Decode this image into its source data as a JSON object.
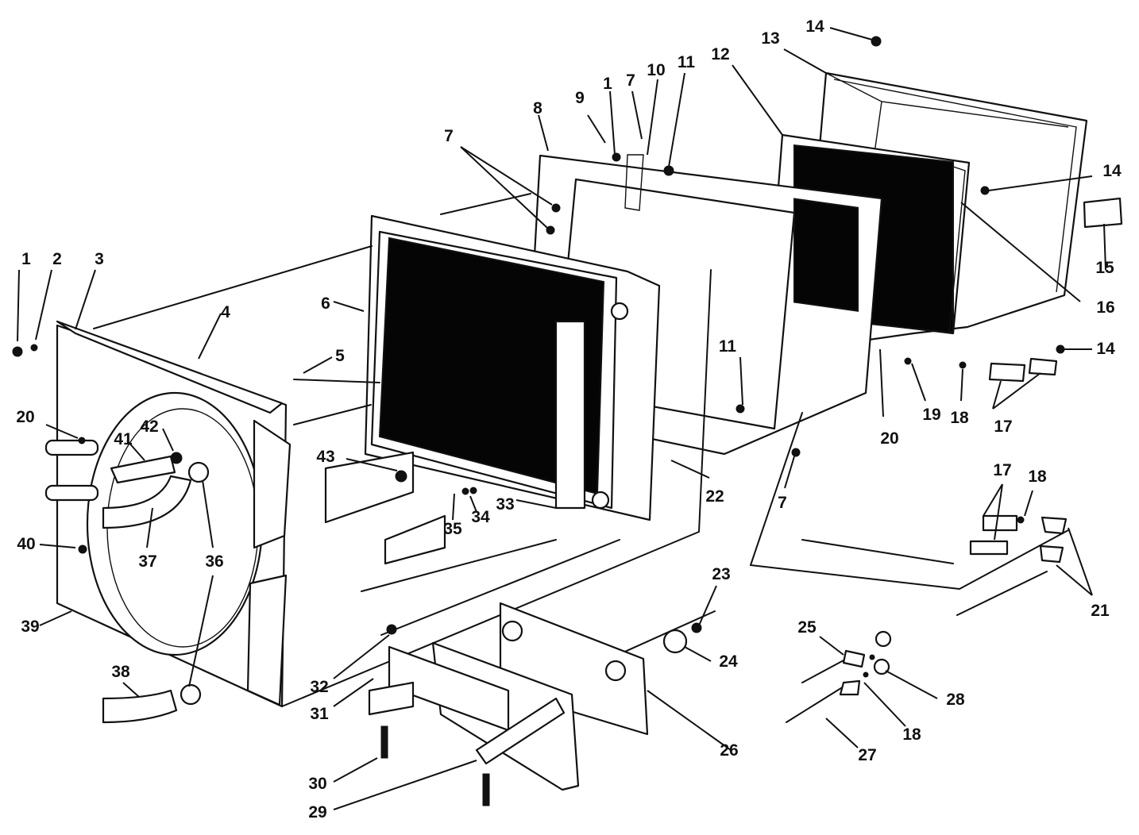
{
  "callouts": [
    {
      "num": "1"
    },
    {
      "num": "2"
    },
    {
      "num": "3"
    },
    {
      "num": "4"
    },
    {
      "num": "5"
    },
    {
      "num": "6"
    },
    {
      "num": "7"
    },
    {
      "num": "8"
    },
    {
      "num": "9"
    },
    {
      "num": "1"
    },
    {
      "num": "7"
    },
    {
      "num": "10"
    },
    {
      "num": "11"
    },
    {
      "num": "12"
    },
    {
      "num": "13"
    },
    {
      "num": "14"
    },
    {
      "num": "14"
    },
    {
      "num": "15"
    },
    {
      "num": "16"
    },
    {
      "num": "14"
    },
    {
      "num": "20"
    },
    {
      "num": "19"
    },
    {
      "num": "18"
    },
    {
      "num": "17"
    },
    {
      "num": "11"
    },
    {
      "num": "22"
    },
    {
      "num": "7"
    },
    {
      "num": "17"
    },
    {
      "num": "18"
    },
    {
      "num": "21"
    },
    {
      "num": "20"
    },
    {
      "num": "42"
    },
    {
      "num": "41"
    },
    {
      "num": "43"
    },
    {
      "num": "33"
    },
    {
      "num": "35"
    },
    {
      "num": "34"
    },
    {
      "num": "40"
    },
    {
      "num": "37"
    },
    {
      "num": "36"
    },
    {
      "num": "39"
    },
    {
      "num": "38"
    },
    {
      "num": "32"
    },
    {
      "num": "31"
    },
    {
      "num": "30"
    },
    {
      "num": "29"
    },
    {
      "num": "23"
    },
    {
      "num": "24"
    },
    {
      "num": "26"
    },
    {
      "num": "25"
    },
    {
      "num": "28"
    },
    {
      "num": "18"
    },
    {
      "num": "27"
    }
  ]
}
